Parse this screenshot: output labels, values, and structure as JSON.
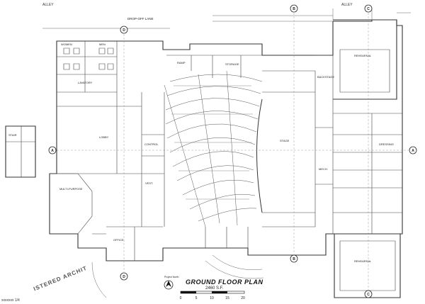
{
  "drawing": {
    "title": "GROUND FLOOR PLAN",
    "area": "2460 S.F.",
    "north_label": "Project North",
    "scale_ticks": [
      "0",
      "5",
      "10",
      "15",
      "20"
    ],
    "stamp_text": "ISTERED ARCHIT",
    "corner_note": "xxxxxxx 1/4"
  },
  "streets": {
    "alley_left": "ALLEY",
    "alley_right": "ALLEY",
    "drop_off": "DROP-OFF LANE"
  },
  "grid_markers": [
    "D",
    "B",
    "C",
    "A",
    "A",
    "D",
    "B",
    "C"
  ],
  "rooms": {
    "restroom_w": "WOMEN",
    "restroom_m": "MEN",
    "lavatory": "LAVATORY",
    "lobby": "LOBBY",
    "multipurpose": "MULTI-PURPOSE",
    "stage": "STAGE",
    "backstage": "BACKSTAGE",
    "dressing": "DRESSING",
    "storage": "STORAGE",
    "office": "OFFICE",
    "rehearsal_top": "REHEARSAL",
    "rehearsal_bottom": "REHEARSAL",
    "stair": "STAIR",
    "control": "CONTROL",
    "mech": "MECH.",
    "ramp": "RAMP",
    "vest": "VEST."
  }
}
